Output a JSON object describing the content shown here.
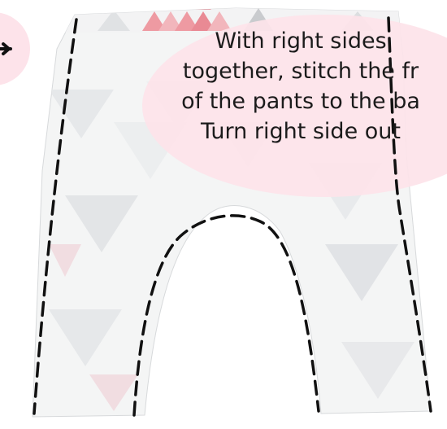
{
  "instruction": {
    "lines": [
      "With right sides",
      "together, stitch the fr",
      "of the pants to the ba",
      "Turn right side out"
    ]
  },
  "colors": {
    "bubble_fill": "#fde3ea",
    "fabric_white": "#f4f5f5",
    "fabric_shade": "#e6e8ea",
    "triangle_pink": "#ee9aa2",
    "triangle_gray": "#c9cbce",
    "stitch_line": "#111111",
    "caption_text": "#1b1b1b"
  },
  "icons": {
    "left_circle": "partial-circle-with-arrow-tip"
  }
}
